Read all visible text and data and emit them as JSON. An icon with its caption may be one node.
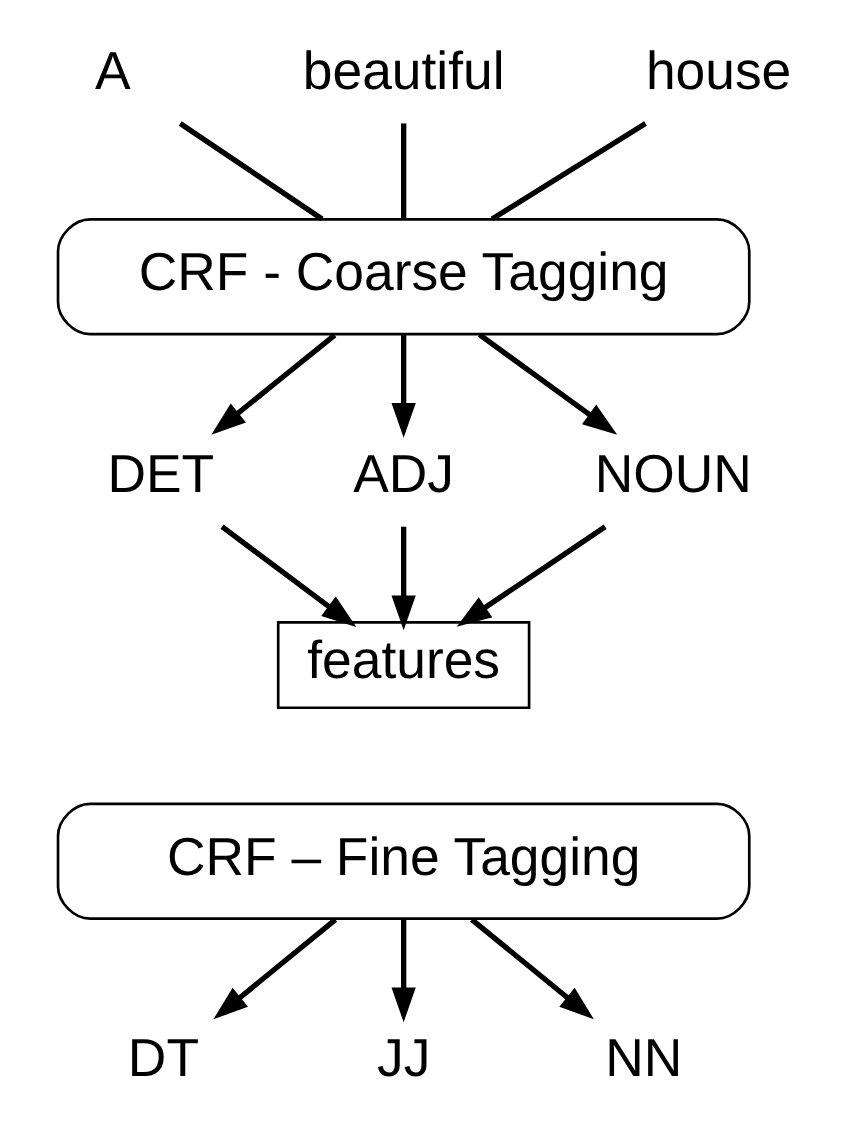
{
  "diagram": {
    "nodes": [
      {
        "text": [
          "A"
        ]
      },
      {
        "text": [
          "beautiful"
        ]
      },
      {
        "text": [
          "house"
        ]
      },
      {
        "text": [
          "CRF - Coarse Tagging"
        ]
      },
      {
        "text": [
          "DET"
        ]
      },
      {
        "text": [
          "ADJ"
        ]
      },
      {
        "text": [
          "NOUN"
        ]
      },
      {
        "text": [
          "features"
        ]
      },
      {
        "text": [
          "CRF – Fine Tagging"
        ]
      },
      {
        "text": [
          "DT"
        ]
      },
      {
        "text": [
          "JJ"
        ]
      },
      {
        "text": [
          "NN"
        ]
      }
    ],
    "edges": [
      {
        "from": 0,
        "to": 3,
        "arrow": "none"
      },
      {
        "from": 1,
        "to": 3,
        "arrow": "none"
      },
      {
        "from": 2,
        "to": 3,
        "arrow": "none"
      },
      {
        "from": 3,
        "to": 4,
        "arrow": "to"
      },
      {
        "from": 3,
        "to": 5,
        "arrow": "to"
      },
      {
        "from": 3,
        "to": 6,
        "arrow": "to"
      },
      {
        "from": 4,
        "to": 7,
        "arrow": "to"
      },
      {
        "from": 5,
        "to": 7,
        "arrow": "to"
      },
      {
        "from": 6,
        "to": 7,
        "arrow": "to"
      },
      {
        "from": 8,
        "to": 9,
        "arrow": "to"
      },
      {
        "from": 8,
        "to": 10,
        "arrow": "to"
      },
      {
        "from": 8,
        "to": 11,
        "arrow": "to"
      }
    ]
  }
}
